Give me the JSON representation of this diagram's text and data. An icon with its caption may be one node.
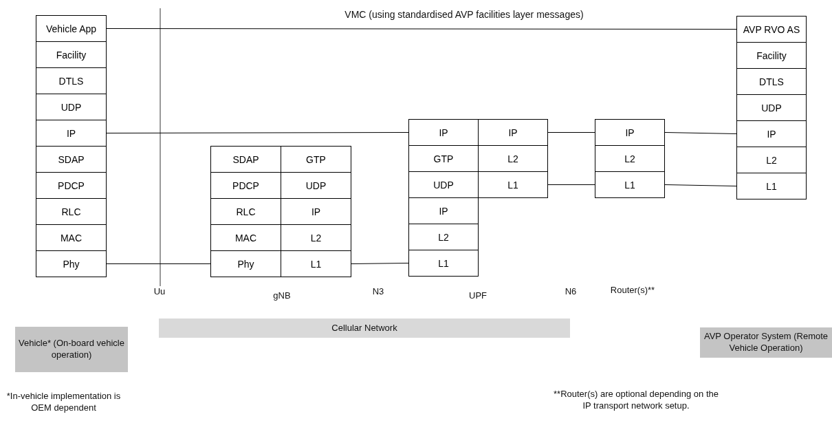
{
  "diagram": {
    "nodes": [
      {
        "text": [
          "Vehicle App"
        ]
      },
      {
        "text": [
          "Facility"
        ]
      },
      {
        "text": [
          "DTLS"
        ]
      },
      {
        "text": [
          "UDP"
        ]
      },
      {
        "text": [
          "IP"
        ]
      },
      {
        "text": [
          "SDAP"
        ]
      },
      {
        "text": [
          "PDCP"
        ]
      },
      {
        "text": [
          "RLC"
        ]
      },
      {
        "text": [
          "MAC"
        ]
      },
      {
        "text": [
          "Phy"
        ]
      },
      {
        "text": [
          "SDAP"
        ]
      },
      {
        "text": [
          "GTP"
        ]
      },
      {
        "text": [
          "PDCP"
        ]
      },
      {
        "text": [
          "UDP"
        ]
      },
      {
        "text": [
          "RLC"
        ]
      },
      {
        "text": [
          "IP"
        ]
      },
      {
        "text": [
          "MAC"
        ]
      },
      {
        "text": [
          "L2"
        ]
      },
      {
        "text": [
          "Phy"
        ]
      },
      {
        "text": [
          "L1"
        ]
      },
      {
        "text": [
          "IP"
        ]
      },
      {
        "text": [
          "IP"
        ]
      },
      {
        "text": [
          "GTP"
        ]
      },
      {
        "text": [
          "L2"
        ]
      },
      {
        "text": [
          "UDP"
        ]
      },
      {
        "text": [
          "L1"
        ]
      },
      {
        "text": [
          "IP"
        ]
      },
      {
        "text": [
          "L2"
        ]
      },
      {
        "text": [
          "L1"
        ]
      },
      {
        "text": [
          "IP"
        ]
      },
      {
        "text": [
          "L2"
        ]
      },
      {
        "text": [
          "L1"
        ]
      },
      {
        "text": [
          "AVP RVO AS"
        ]
      },
      {
        "text": [
          "Facility"
        ]
      },
      {
        "text": [
          "DTLS"
        ]
      },
      {
        "text": [
          "UDP"
        ]
      },
      {
        "text": [
          "IP"
        ]
      },
      {
        "text": [
          "L2"
        ]
      },
      {
        "text": [
          "L1"
        ]
      },
      {
        "text": [
          "Cellular Network"
        ]
      },
      {
        "text": [
          "Vehicle* (On-board vehicle operation)"
        ]
      },
      {
        "text": [
          "AVP Operator System (Remote Vehicle Operation)"
        ]
      }
    ],
    "edges": [
      {
        "from": 0,
        "to": 32,
        "arrow": "none",
        "label": "VMC (using standardised AVP facilities layer messages)"
      },
      {
        "from": 4,
        "to": 20,
        "arrow": "none"
      },
      {
        "from": 9,
        "to": 18,
        "arrow": "none"
      },
      {
        "from": 19,
        "to": 28,
        "arrow": "none"
      },
      {
        "from": 21,
        "to": 29,
        "arrow": "none"
      },
      {
        "from": 25,
        "to": 31,
        "arrow": "none"
      },
      {
        "from": 29,
        "to": 36,
        "arrow": "none"
      },
      {
        "from": 31,
        "to": 38,
        "arrow": "none"
      }
    ],
    "labels": [
      "Uu",
      "gNB",
      "N3",
      "UPF",
      "N6",
      "Router(s)**",
      "*In-vehicle implementation is OEM dependent",
      "**Router(s) are optional depending on the IP transport network setup."
    ]
  }
}
